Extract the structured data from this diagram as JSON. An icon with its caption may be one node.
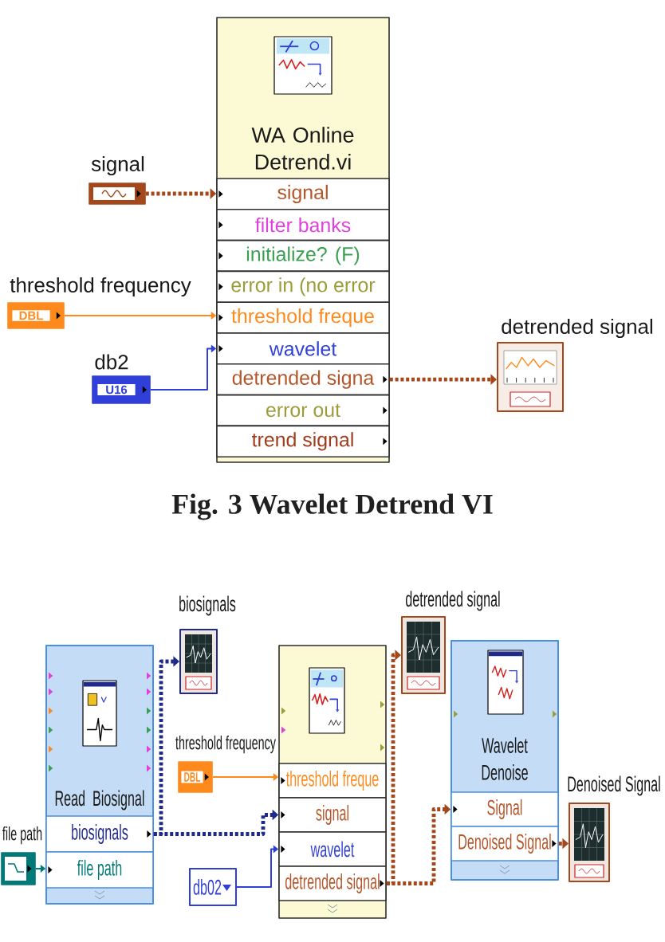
{
  "diagram": {
    "caption": "Fig. 3 Wavelet Detrend VI",
    "nodes": [
      {
        "text": [
          "WA Online Detrend.vi"
        ]
      },
      {
        "text": [
          "signal"
        ],
        "in": 0
      },
      {
        "text": [
          "filter banks"
        ],
        "in": 0
      },
      {
        "text": [
          "initialize? (F)"
        ],
        "in": 0
      },
      {
        "text": [
          "error in (no error"
        ],
        "in": 0
      },
      {
        "text": [
          "threshold freque"
        ],
        "in": 0
      },
      {
        "text": [
          "wavelet"
        ],
        "in": 0
      },
      {
        "text": [
          "detrended signa"
        ],
        "in": 0
      },
      {
        "text": [
          "error out"
        ],
        "in": 0
      },
      {
        "text": [
          "trend signal"
        ],
        "in": 0
      },
      {
        "text": [],
        "shape": "box",
        "beside": [
          "signal"
        ]
      },
      {
        "text": [
          "DBL"
        ],
        "beside": [
          "threshold frequency"
        ]
      },
      {
        "text": [
          "U16"
        ],
        "beside": [
          "db2"
        ]
      },
      {
        "text": [],
        "shape": "picture",
        "beside": [
          "detrended signal"
        ]
      },
      {
        "text": [
          "Read Biosignal"
        ]
      },
      {
        "text": [
          "biosignals"
        ],
        "in": 14
      },
      {
        "text": [
          "file path"
        ],
        "in": 14
      },
      {
        "text": [],
        "shape": "box",
        "beside": [
          "file path"
        ]
      },
      {
        "text": [],
        "shape": "picture",
        "beside": [
          "biosignals"
        ]
      },
      {
        "text": [
          "DBL"
        ],
        "beside": [
          "threshold frequency"
        ]
      },
      {
        "text": [],
        "shape": "box"
      },
      {
        "text": [
          "threshold freque"
        ],
        "in": 20
      },
      {
        "text": [
          "signal"
        ],
        "in": 20
      },
      {
        "text": [
          "wavelet"
        ],
        "in": 20
      },
      {
        "text": [
          "detrended signal"
        ],
        "in": 20
      },
      {
        "text": [
          "db02"
        ]
      },
      {
        "text": [],
        "shape": "picture",
        "beside": [
          "detrended signal"
        ]
      },
      {
        "text": [
          "Wavelet Denoise"
        ]
      },
      {
        "text": [
          "Signal"
        ],
        "in": 27
      },
      {
        "text": [
          "Denoised Signal"
        ],
        "in": 27
      },
      {
        "text": [],
        "shape": "picture",
        "beside": [
          "Denoised Signal"
        ]
      }
    ],
    "edges": [
      {
        "from": 10,
        "to": 1,
        "arrow": "to",
        "style": "dashed"
      },
      {
        "from": 11,
        "to": 5,
        "arrow": "to",
        "color": "#ff8a1c"
      },
      {
        "from": 12,
        "to": 6,
        "arrow": "to",
        "color": "#2f3fd8"
      },
      {
        "from": 7,
        "to": 13,
        "arrow": "to",
        "style": "dashed"
      },
      {
        "from": 17,
        "to": 16,
        "arrow": "to",
        "color": "#007a78"
      },
      {
        "from": 15,
        "to": 18,
        "arrow": "to",
        "style": "dashed",
        "color": "#1f2a8a"
      },
      {
        "from": 15,
        "to": 22,
        "arrow": "to",
        "style": "dashed",
        "color": "#1f2a8a"
      },
      {
        "from": 19,
        "to": 21,
        "arrow": "to",
        "color": "#ff8a1c"
      },
      {
        "from": 25,
        "to": 23,
        "arrow": "to",
        "color": "#2f3fd8"
      },
      {
        "from": 24,
        "to": 26,
        "arrow": "to",
        "style": "dashed"
      },
      {
        "from": 24,
        "to": 28,
        "arrow": "to",
        "style": "dashed"
      },
      {
        "from": 29,
        "to": 30,
        "arrow": "to",
        "style": "dashed"
      }
    ]
  }
}
